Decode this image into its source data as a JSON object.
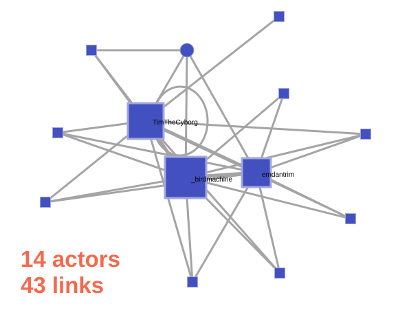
{
  "network": {
    "colors": {
      "node_fill": "#4350c0",
      "node_border": "#a3a8dc",
      "edge": "#a4a4a4",
      "stats_text": "#f26a4f"
    },
    "nodes": [
      {
        "id": "timthecyborg",
        "label": "TimTheCyborg"
      },
      {
        "id": "_birdmachine",
        "label": "_birdmachine"
      },
      {
        "id": "emdantrim",
        "label": "emdantrim"
      },
      {
        "id": "circle-top",
        "label": ""
      },
      {
        "id": "n-top-left",
        "label": ""
      },
      {
        "id": "n-top-right",
        "label": ""
      },
      {
        "id": "n-upper-right",
        "label": ""
      },
      {
        "id": "n-right",
        "label": ""
      },
      {
        "id": "n-lower-right",
        "label": ""
      },
      {
        "id": "n-bottom-right",
        "label": ""
      },
      {
        "id": "n-bottom",
        "label": ""
      },
      {
        "id": "n-left",
        "label": ""
      },
      {
        "id": "n-lower-left",
        "label": ""
      }
    ],
    "edges": [
      [
        "n-top-left",
        "circle-top"
      ],
      [
        "n-top-left",
        "timthecyborg"
      ],
      [
        "n-top-left",
        "_birdmachine"
      ],
      [
        "circle-top",
        "timthecyborg"
      ],
      [
        "circle-top",
        "_birdmachine"
      ],
      [
        "circle-top",
        "emdantrim"
      ],
      [
        "n-top-right",
        "timthecyborg"
      ],
      [
        "n-upper-right",
        "_birdmachine"
      ],
      [
        "n-upper-right",
        "emdantrim"
      ],
      [
        "n-right",
        "emdantrim"
      ],
      [
        "n-right",
        "_birdmachine"
      ],
      [
        "n-right",
        "timthecyborg"
      ],
      [
        "n-lower-right",
        "emdantrim"
      ],
      [
        "n-lower-right",
        "_birdmachine"
      ],
      [
        "n-lower-right",
        "timthecyborg"
      ],
      [
        "n-bottom-right",
        "emdantrim"
      ],
      [
        "n-bottom-right",
        "_birdmachine"
      ],
      [
        "n-bottom-right",
        "timthecyborg"
      ],
      [
        "n-bottom",
        "emdantrim"
      ],
      [
        "n-bottom",
        "_birdmachine"
      ],
      [
        "n-bottom",
        "timthecyborg"
      ],
      [
        "n-left",
        "timthecyborg"
      ],
      [
        "n-left",
        "_birdmachine"
      ],
      [
        "n-left",
        "emdantrim"
      ],
      [
        "n-lower-left",
        "timthecyborg"
      ],
      [
        "n-lower-left",
        "_birdmachine"
      ],
      [
        "n-lower-left",
        "emdantrim"
      ],
      [
        "timthecyborg",
        "_birdmachine"
      ],
      [
        "timthecyborg",
        "emdantrim"
      ],
      [
        "_birdmachine",
        "emdantrim"
      ]
    ]
  },
  "stats": {
    "actors": "14 actors",
    "links": "43 links"
  }
}
